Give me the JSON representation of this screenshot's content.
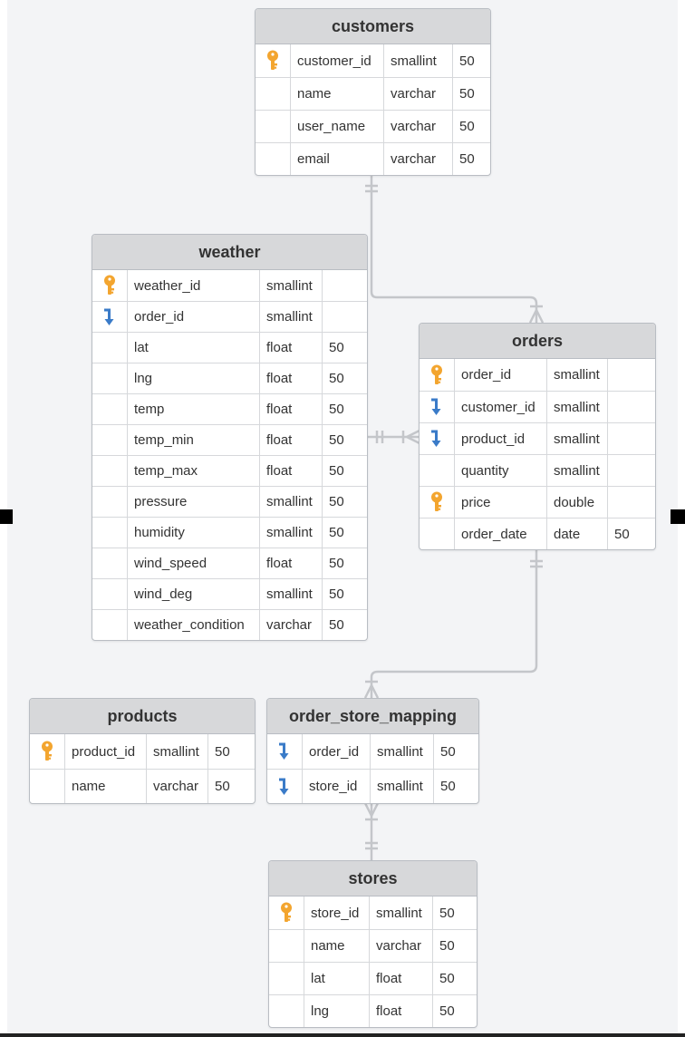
{
  "colors": {
    "primary_key": "#f3a52f",
    "foreign_key": "#3a7bc8",
    "connector": "#c4c6ca",
    "header_bg": "#d7d8da"
  },
  "tables": {
    "customers": {
      "name": "customers",
      "rows": [
        {
          "key": "primary",
          "field": "customer_id",
          "type": "smallint",
          "length": "50"
        },
        {
          "key": "",
          "field": "name",
          "type": "varchar",
          "length": "50"
        },
        {
          "key": "",
          "field": "user_name",
          "type": "varchar",
          "length": "50"
        },
        {
          "key": "",
          "field": "email",
          "type": "varchar",
          "length": "50"
        }
      ]
    },
    "weather": {
      "name": "weather",
      "rows": [
        {
          "key": "primary",
          "field": "weather_id",
          "type": "smallint",
          "length": ""
        },
        {
          "key": "foreign",
          "field": "order_id",
          "type": "smallint",
          "length": ""
        },
        {
          "key": "",
          "field": "lat",
          "type": "float",
          "length": "50"
        },
        {
          "key": "",
          "field": "lng",
          "type": "float",
          "length": "50"
        },
        {
          "key": "",
          "field": "temp",
          "type": "float",
          "length": "50"
        },
        {
          "key": "",
          "field": "temp_min",
          "type": "float",
          "length": "50"
        },
        {
          "key": "",
          "field": "temp_max",
          "type": "float",
          "length": "50"
        },
        {
          "key": "",
          "field": "pressure",
          "type": "smallint",
          "length": "50"
        },
        {
          "key": "",
          "field": "humidity",
          "type": "smallint",
          "length": "50"
        },
        {
          "key": "",
          "field": "wind_speed",
          "type": "float",
          "length": "50"
        },
        {
          "key": "",
          "field": "wind_deg",
          "type": "smallint",
          "length": "50"
        },
        {
          "key": "",
          "field": "weather_condition",
          "type": "varchar",
          "length": "50"
        }
      ]
    },
    "orders": {
      "name": "orders",
      "rows": [
        {
          "key": "primary",
          "field": "order_id",
          "type": "smallint",
          "length": ""
        },
        {
          "key": "foreign",
          "field": "customer_id",
          "type": "smallint",
          "length": ""
        },
        {
          "key": "foreign",
          "field": "product_id",
          "type": "smallint",
          "length": ""
        },
        {
          "key": "",
          "field": "quantity",
          "type": "smallint",
          "length": ""
        },
        {
          "key": "primary",
          "field": "price",
          "type": "double",
          "length": ""
        },
        {
          "key": "",
          "field": "order_date",
          "type": "date",
          "length": "50"
        }
      ]
    },
    "products": {
      "name": "products",
      "rows": [
        {
          "key": "primary",
          "field": "product_id",
          "type": "smallint",
          "length": "50"
        },
        {
          "key": "",
          "field": "name",
          "type": "varchar",
          "length": "50"
        }
      ]
    },
    "order_store_mapping": {
      "name": "order_store_mapping",
      "rows": [
        {
          "key": "foreign",
          "field": "order_id",
          "type": "smallint",
          "length": "50"
        },
        {
          "key": "foreign",
          "field": "store_id",
          "type": "smallint",
          "length": "50"
        }
      ]
    },
    "stores": {
      "name": "stores",
      "rows": [
        {
          "key": "primary",
          "field": "store_id",
          "type": "smallint",
          "length": "50"
        },
        {
          "key": "",
          "field": "name",
          "type": "varchar",
          "length": "50"
        },
        {
          "key": "",
          "field": "lat",
          "type": "float",
          "length": "50"
        },
        {
          "key": "",
          "field": "lng",
          "type": "float",
          "length": "50"
        }
      ]
    }
  },
  "relationships": [
    {
      "from": "customers",
      "from_end": "one",
      "to": "orders",
      "to_end": "many"
    },
    {
      "from": "weather",
      "from_end": "one",
      "to": "orders",
      "to_end": "many"
    },
    {
      "from": "orders",
      "from_end": "one",
      "to": "order_store_mapping",
      "to_end": "many"
    },
    {
      "from": "stores",
      "from_end": "one",
      "to": "order_store_mapping",
      "to_end": "many"
    }
  ]
}
